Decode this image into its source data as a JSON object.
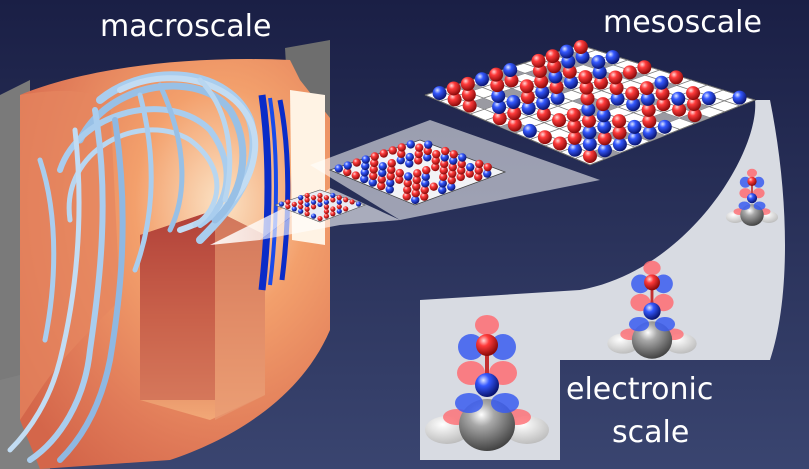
{
  "labels": {
    "macroscale": "macroscale",
    "mesoscale": "mesoscale",
    "electronic": "electronic",
    "scale": "scale"
  },
  "colors": {
    "background": "#1b2348",
    "reactor_wall": "#e07a58",
    "reactor_dark": "#a03028",
    "streamline": "#a9cdee",
    "atom_red": "#e02a2a",
    "atom_blue": "#2a4fd8",
    "surface_atom": "#8a8a8a",
    "callout": "#d8dbe2"
  }
}
